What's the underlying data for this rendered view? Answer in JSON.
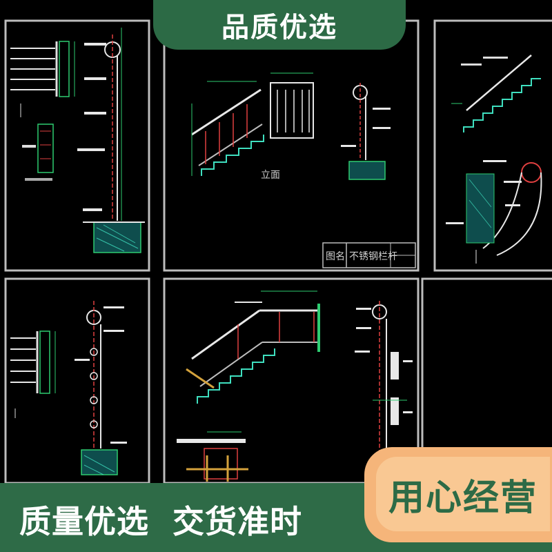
{
  "top_banner": {
    "text": "品质优选"
  },
  "bottom_slogan": {
    "text": "质量优选  交货准时"
  },
  "badge": {
    "text": "用心经营"
  },
  "drawing": {
    "title_block_name_label": "图名",
    "title_block_name_value": "不锈钢栏杆"
  },
  "colors": {
    "brand_green": "#2e6b47",
    "badge_orange": "#f9c893",
    "cad_black": "#000000"
  }
}
